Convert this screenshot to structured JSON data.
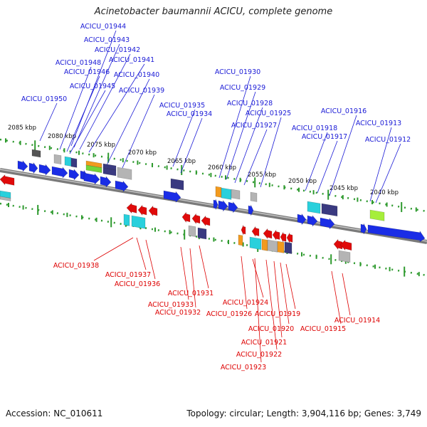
{
  "title": "Acinetobacter baumannii ACICU, complete genome",
  "footer": {
    "accession": "Accession: NC_010611",
    "summary": "Topology: circular; Length: 3,904,116 bp; Genes: 3,749"
  },
  "colors": {
    "forward_label": "#1a1ad6",
    "reverse_label": "#dd0000",
    "forward_gene": "#1a2de6",
    "reverse_gene": "#e00a0a",
    "backbone": "#8a8a8a",
    "ticks": "#2e9a2e",
    "feature_cyan": "#29d0dc",
    "feature_navy": "#3a3a80",
    "feature_gray": "#b4b4b4",
    "feature_dark": "#555555",
    "feature_orange": "#f29a1e",
    "feature_green": "#74d43a",
    "feature_lime": "#a6ee3a"
  },
  "scale_labels": [
    "2085 kbp",
    "2080 kbp",
    "2075 kbp",
    "2070 kbp",
    "2065 kbp",
    "2060 kbp",
    "2055 kbp",
    "2050 kbp",
    "2045 kbp",
    "2040 kbp"
  ],
  "forward_genes": [
    "ACICU_01944",
    "ACICU_01943",
    "ACICU_01942",
    "ACICU_01941",
    "ACICU_01948",
    "ACICU_01946",
    "ACICU_01940",
    "ACICU_01945",
    "ACICU_01939",
    "ACICU_01950",
    "ACICU_01935",
    "ACICU_01934",
    "ACICU_01930",
    "ACICU_01929",
    "ACICU_01928",
    "ACICU_01925",
    "ACICU_01927",
    "ACICU_01916",
    "ACICU_01918",
    "ACICU_01917",
    "ACICU_01913",
    "ACICU_01912"
  ],
  "reverse_genes": [
    "ACICU_01938",
    "ACICU_01937",
    "ACICU_01936",
    "ACICU_01931",
    "ACICU_01933",
    "ACICU_01932",
    "ACICU_01924",
    "ACICU_01926",
    "ACICU_01919",
    "ACICU_01920",
    "ACICU_01921",
    "ACICU_01922",
    "ACICU_01923",
    "ACICU_01915",
    "ACICU_01914"
  ]
}
